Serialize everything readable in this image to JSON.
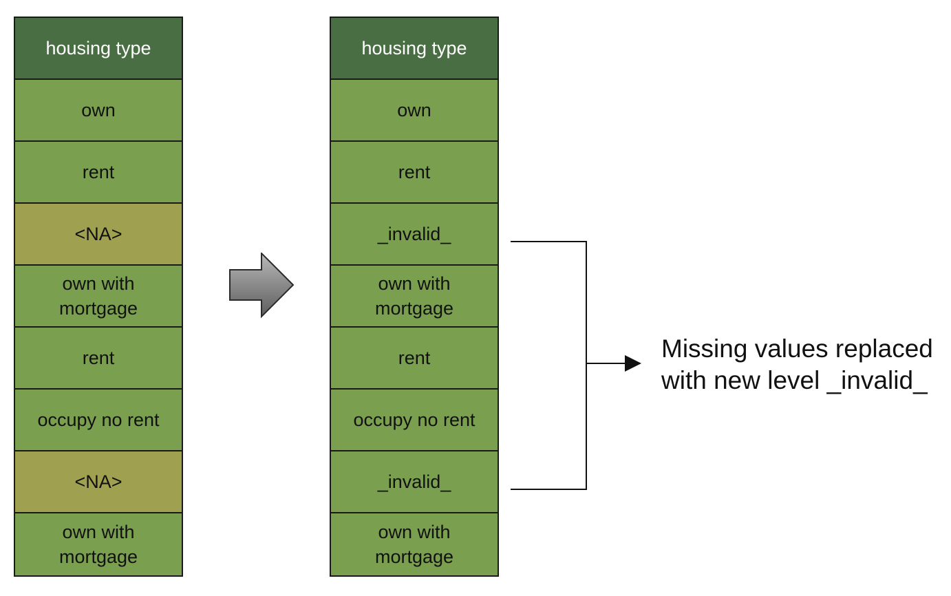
{
  "left_table": {
    "header": "housing type",
    "rows": [
      {
        "lines": [
          "own"
        ],
        "missing": false
      },
      {
        "lines": [
          "rent"
        ],
        "missing": false
      },
      {
        "lines": [
          "<NA>"
        ],
        "missing": true
      },
      {
        "lines": [
          "own with",
          "mortgage"
        ],
        "missing": false
      },
      {
        "lines": [
          "rent"
        ],
        "missing": false
      },
      {
        "lines": [
          "occupy no rent"
        ],
        "missing": false
      },
      {
        "lines": [
          "<NA>"
        ],
        "missing": true
      },
      {
        "lines": [
          "own with",
          "mortgage"
        ],
        "missing": false
      }
    ]
  },
  "right_table": {
    "header": "housing type",
    "rows": [
      {
        "lines": [
          "own"
        ],
        "missing": false
      },
      {
        "lines": [
          "rent"
        ],
        "missing": false
      },
      {
        "lines": [
          "_invalid_"
        ],
        "missing": false
      },
      {
        "lines": [
          "own with",
          "mortgage"
        ],
        "missing": false
      },
      {
        "lines": [
          "rent"
        ],
        "missing": false
      },
      {
        "lines": [
          "occupy no rent"
        ],
        "missing": false
      },
      {
        "lines": [
          "_invalid_"
        ],
        "missing": false
      },
      {
        "lines": [
          "own with",
          "mortgage"
        ],
        "missing": false
      }
    ]
  },
  "annotation": {
    "line1": "Missing values replaced",
    "line2": "with new level _invalid_"
  },
  "colors": {
    "header": "#4a6e44",
    "cell": "#7aa04f",
    "missing_cell": "#9fa150",
    "arrow": "#8a8a8a"
  },
  "icons": {
    "transform_arrow": "right-block-arrow",
    "bracket_arrow": "right-arrow"
  }
}
